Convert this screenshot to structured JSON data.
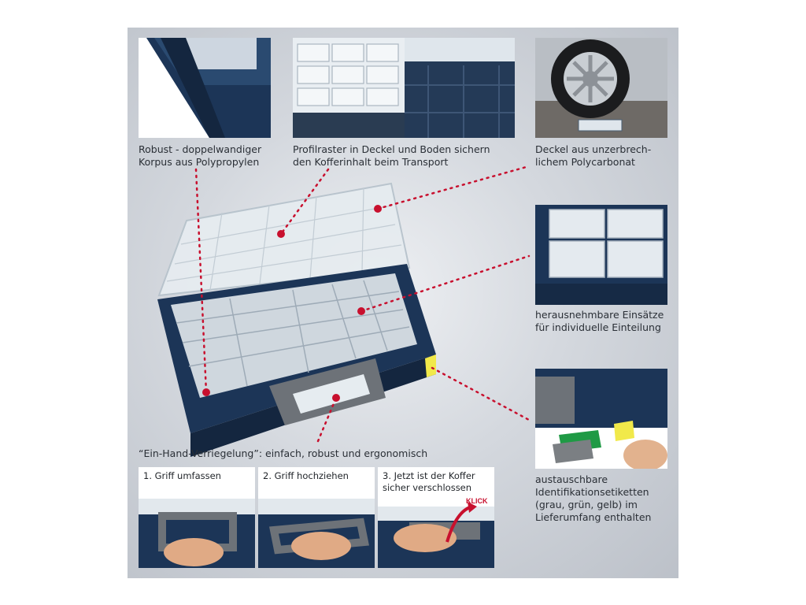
{
  "captions": {
    "top_left": "Robust - doppelwandiger\nKorpus aus Polypropylen",
    "top_middle": "Profilraster in Deckel und Boden sichern\nden Kofferinhalt beim Transport",
    "top_right": "Deckel aus unzerbrech-\nlichem Polycarbonat",
    "right_middle": "herausnehmbare Einsätze\nfür individuelle Einteilung",
    "right_bottom": "austauschbare\nIdentifikationsetiketten\n(grau, grün, gelb) im\nLieferumfang enthalten",
    "center_bottom": "“Ein-Hand-Verriegelung”: einfach, robust und ergonomisch"
  },
  "steps": [
    {
      "label": "1. Griff umfassen"
    },
    {
      "label": "2. Griff hochziehen"
    },
    {
      "label": "3. Jetzt ist der Koffer\n    sicher verschlossen"
    }
  ],
  "klick_label": "KLICK",
  "colors": {
    "case_blue": "#1c3557",
    "lid_clear": "#e6ecf0",
    "handle_gray": "#6d7278",
    "callout_red": "#c8102e",
    "label_yellow": "#f1e94a",
    "label_green": "#1f9a45",
    "label_gray": "#7b7f83"
  }
}
